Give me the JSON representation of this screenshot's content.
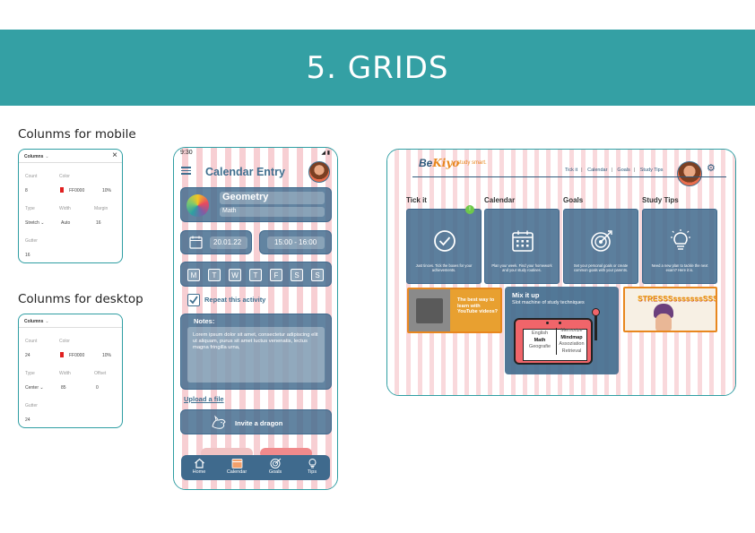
{
  "banner": {
    "title": "5. GRIDS"
  },
  "mobile_panel": {
    "section_title": "Colunms for mobile",
    "header": "Columns",
    "close": "×",
    "count_label": "Count",
    "count_value": "8",
    "color_label": "Color",
    "color_value": "FF0000",
    "opacity_value": "10%",
    "color_hex": "#e02020",
    "type_label": "Type",
    "type_value": "Stretch",
    "width_label": "Width",
    "width_value": "Auto",
    "margin_label": "Margin",
    "margin_value": "16",
    "gutter_label": "Gutter",
    "gutter_value": "16"
  },
  "desktop_panel": {
    "section_title": "Colunms for desktop",
    "header": "Columns",
    "count_label": "Count",
    "count_value": "24",
    "color_label": "Color",
    "color_value": "FF0000",
    "opacity_value": "10%",
    "type_label": "Type",
    "type_value": "Center",
    "width_label": "Width",
    "width_value": "85",
    "offset_label": "Offset",
    "offset_value": "0",
    "gutter_label": "Gutter",
    "gutter_value": "24"
  },
  "phone": {
    "time": "9:30",
    "title": "Calendar Entry",
    "subject": "Geometry",
    "subject_sub": "Math",
    "date": "20.01.22",
    "time_range": "15:00 - 16:00",
    "days": [
      "M",
      "T",
      "W",
      "T",
      "F",
      "S",
      "S"
    ],
    "repeat": "Repeat this activity",
    "notes_label": "Notes:",
    "notes_text": "Lorem ipsum dolor sit amet, consectetur adipiscing elit ut aliquam, purus sit amet luctus venenatis, lectus magna fringilla urna,",
    "upload": "Upload a file",
    "invite": "Invite a dragon",
    "nav": [
      "Home",
      "Calendar",
      "Goals",
      "Tips"
    ]
  },
  "desktop": {
    "logo_a": "Be",
    "logo_b": "Kiyo",
    "tagline": "study smart.",
    "nav": [
      "Tick it",
      "Calendar",
      "Goals",
      "Study Tips"
    ],
    "sections": [
      {
        "title": "Tick it",
        "desc": "Just tinces. Tick the boxes for your achievements."
      },
      {
        "title": "Calendar",
        "desc": "Plan your week. Find your homework and your study routines."
      },
      {
        "title": "Goals",
        "desc": "Set your personal goals or create common goals with your parents."
      },
      {
        "title": "Study Tips",
        "desc": "Need a new plan to tackle the next exam? Here it is."
      }
    ],
    "badge": "!",
    "video_text": "The best way to learn with YouTube videos?",
    "mix_title": "Mix it up",
    "mix_sub": "Slot machine of study techniques",
    "slot_left": [
      "English",
      "Math",
      "Geografie"
    ],
    "slot_right": [
      "Memorize",
      "Mindmap",
      "Assoziation",
      "Retrieval"
    ],
    "stress_text": "STRESSSsssssssSSSS"
  },
  "colors": {
    "teal": "#34a0a4",
    "navy": "#3f6a8d",
    "orange": "#e8871e",
    "grid_pink": "#f7cfd3"
  }
}
